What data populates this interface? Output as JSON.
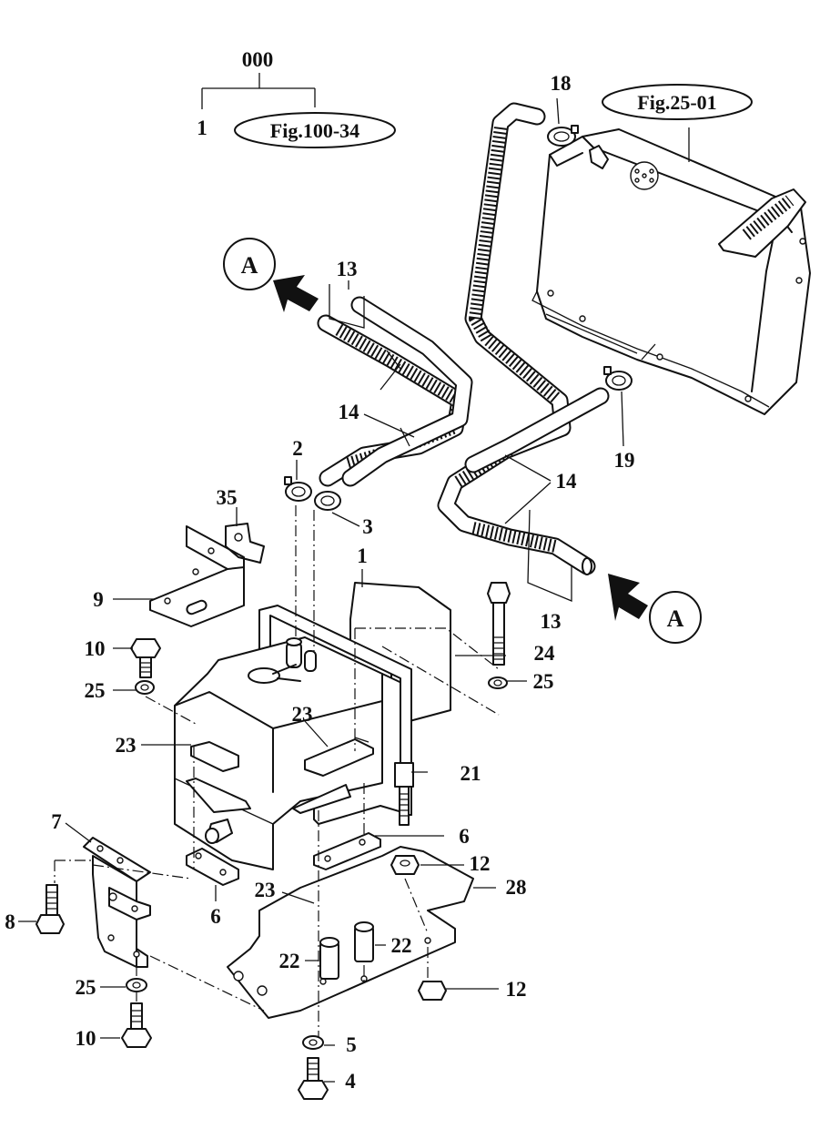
{
  "diagram": {
    "assembly": {
      "code": "000",
      "item": "1",
      "ref": "Fig.100-34"
    },
    "tank_ref": "Fig.25-01",
    "view_marker": "A",
    "callouts": {
      "c1": "1",
      "c2": "2",
      "c3": "3",
      "c4": "4",
      "c5": "5",
      "c6a": "6",
      "c6b": "6",
      "c7": "7",
      "c8": "8",
      "c9": "9",
      "c10a": "10",
      "c10b": "10",
      "c12a": "12",
      "c12b": "12",
      "c13a": "13",
      "c13b": "13",
      "c14a": "14",
      "c14b": "14",
      "c18": "18",
      "c19": "19",
      "c21": "21",
      "c22a": "22",
      "c22b": "22",
      "c23a": "23",
      "c23b": "23",
      "c23c": "23",
      "c24": "24",
      "c25a": "25",
      "c25b": "25",
      "c25c": "25",
      "c28": "28",
      "c35": "35"
    }
  }
}
